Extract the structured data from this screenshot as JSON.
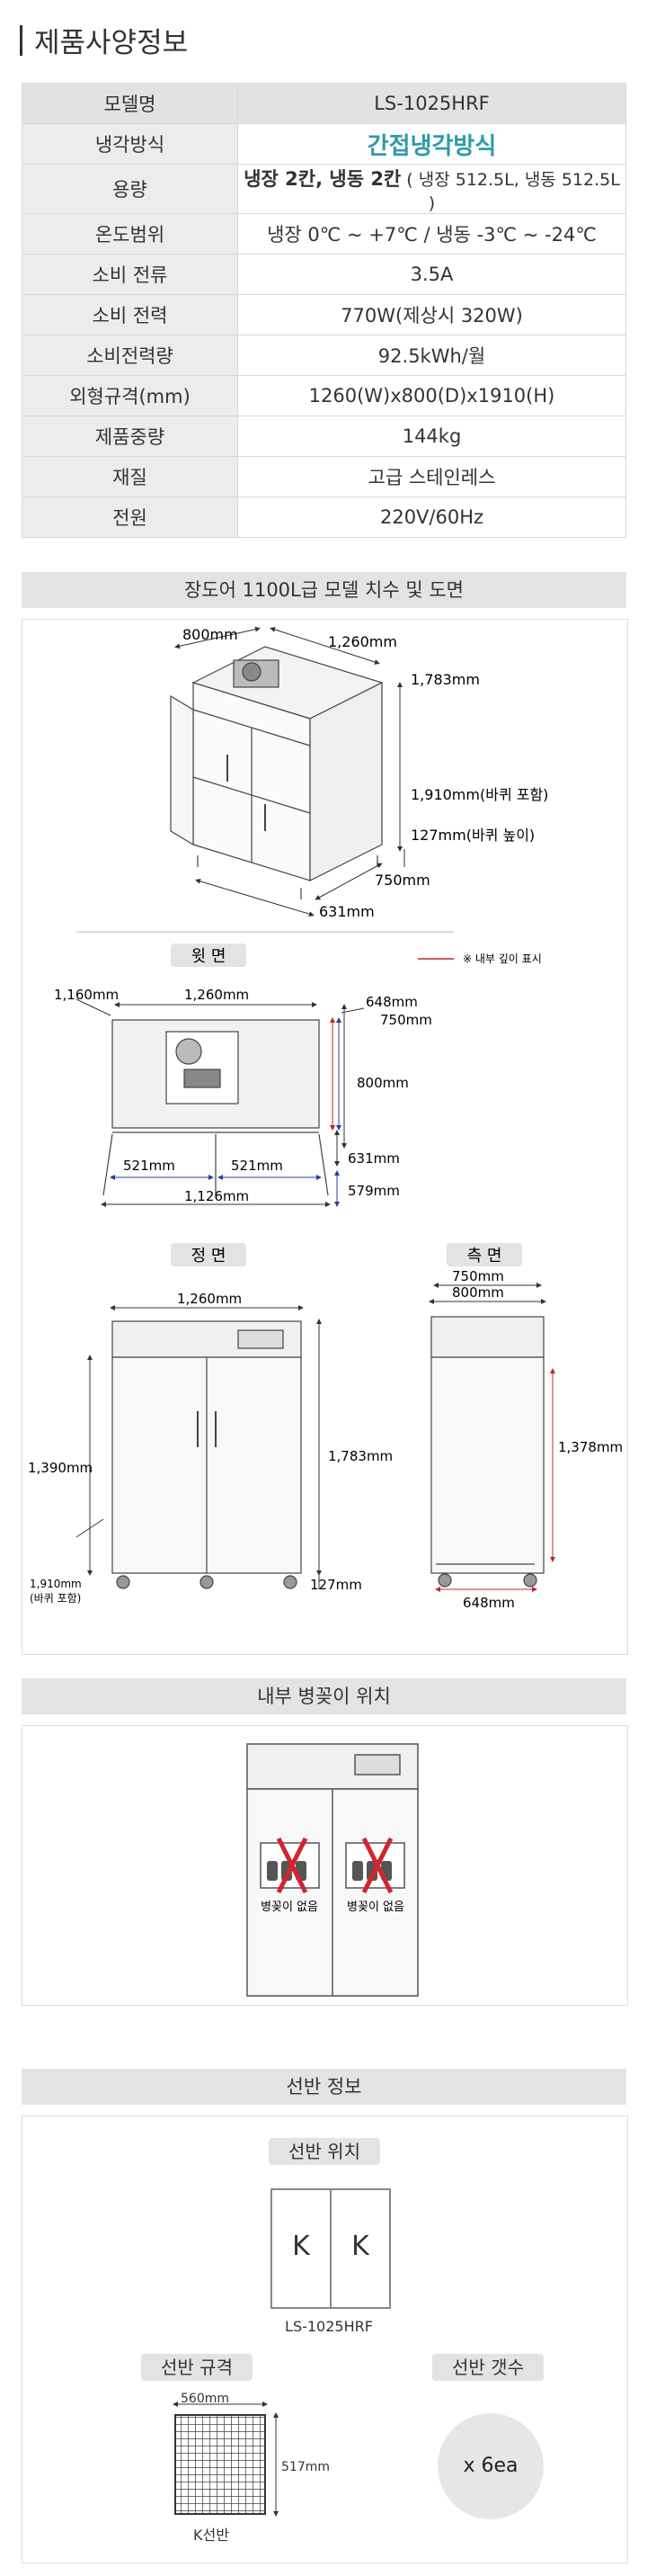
{
  "page_title": "제품사양정보",
  "spec": {
    "header": {
      "key": "모델명",
      "value": "LS-1025HRF"
    },
    "rows": [
      {
        "key": "냉각방식",
        "value": "간접냉각방식"
      },
      {
        "key": "용량",
        "value_bold": "냉장 2칸, 냉동 2칸",
        "value_rest": " ( 냉장 512.5L, 냉동 512.5L )"
      },
      {
        "key": "온도범위",
        "value": "냉장 0℃ ~ +7℃ / 냉동 -3℃ ~ -24℃"
      },
      {
        "key": "소비 전류",
        "value": "3.5A"
      },
      {
        "key": "소비 전력",
        "value": "770W(제상시 320W)"
      },
      {
        "key": "소비전력량",
        "value": "92.5kWh/월"
      },
      {
        "key": "외형규격(mm)",
        "value": "1260(W)x800(D)x1910(H)"
      },
      {
        "key": "제품중량",
        "value": "144kg"
      },
      {
        "key": "재질",
        "value": "고급 스테인레스"
      },
      {
        "key": "전원",
        "value": "220V/60Hz"
      }
    ]
  },
  "dimensions": {
    "title": "장도어 1100L급 모델 치수 및 도면",
    "iso": {
      "w": "800mm",
      "d": "1,260mm",
      "top": "1,783mm",
      "h": "1,910mm(바퀴 포함)",
      "wheel": "127mm(바퀴 높이)",
      "depth": "750mm",
      "base": "631mm"
    },
    "top_view": {
      "label": "윗 면",
      "legend": "※ 내부 깊이 표시",
      "left": "1,160mm",
      "width": "1,260mm",
      "d648": "648mm",
      "d750": "750mm",
      "d800": "800mm",
      "half1": "521mm",
      "half2": "521mm",
      "d631": "631mm",
      "full": "1,126mm",
      "d579": "579mm"
    },
    "front_view": {
      "label": "정 면",
      "width": "1,260mm",
      "left_h": "1,390mm",
      "right_h": "1,783mm",
      "wheel": "127mm",
      "total": "1,910mm",
      "total_note": "(바퀴 포함)"
    },
    "side_view": {
      "label": "측 면",
      "w750": "750mm",
      "w800": "800mm",
      "h": "1,378mm",
      "d648": "648mm"
    }
  },
  "bottle": {
    "title": "내부 병꽂이 위치",
    "left_note": "병꽂이 없음",
    "right_note": "병꽂이 없음"
  },
  "shelf": {
    "title": "선반 정보",
    "position_label": "선반 위치",
    "k1": "K",
    "k2": "K",
    "model": "LS-1025HRF",
    "spec_label": "선반 규격",
    "count_label": "선반 갯수",
    "width": "560mm",
    "depth": "517mm",
    "name": "K선반",
    "count": "x 6ea"
  }
}
